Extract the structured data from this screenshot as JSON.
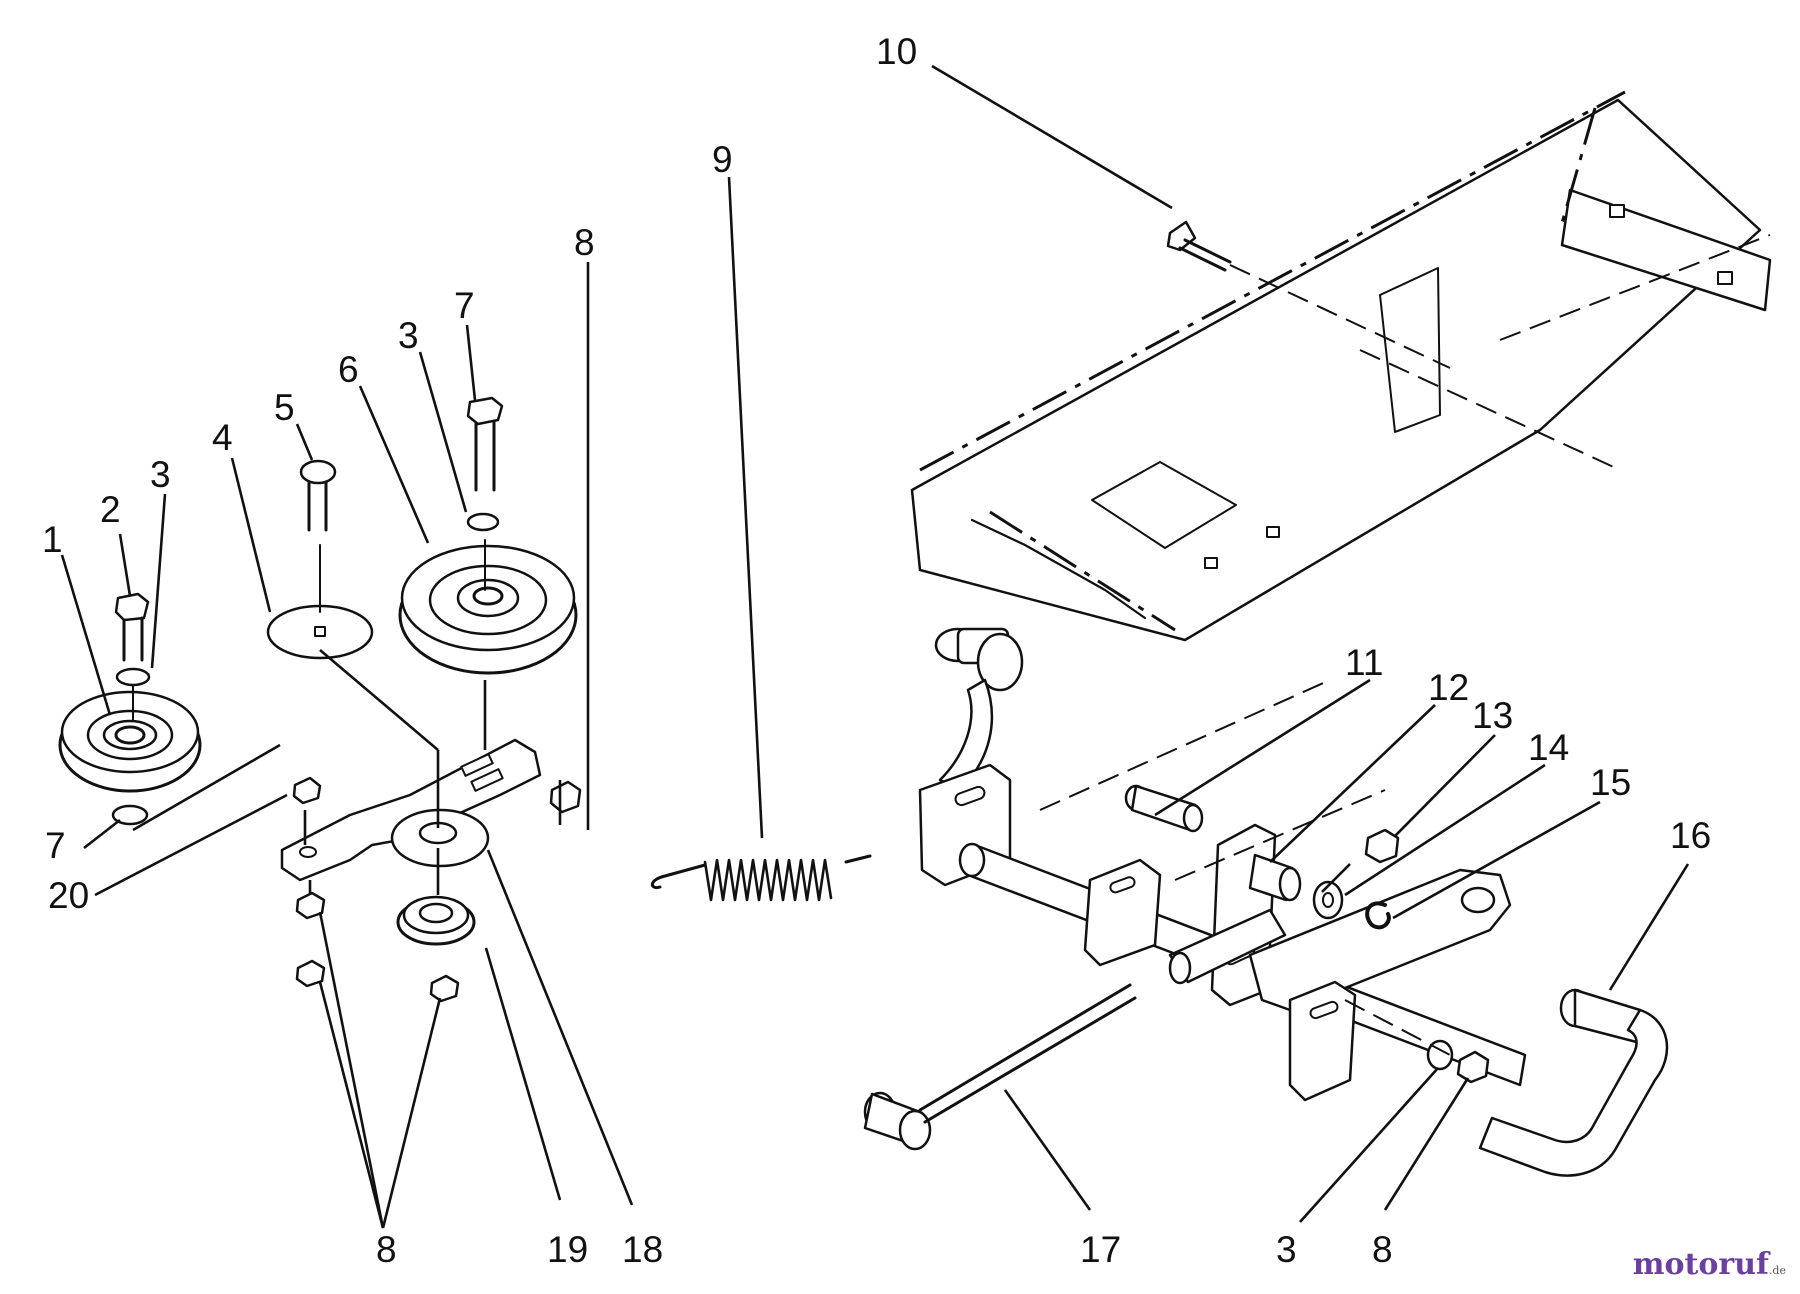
{
  "watermark": {
    "brand": "motoruf",
    "suffix": ".de"
  },
  "callouts": [
    {
      "id": "c1",
      "text": "1"
    },
    {
      "id": "c2",
      "text": "2"
    },
    {
      "id": "c3a",
      "text": "3"
    },
    {
      "id": "c4",
      "text": "4"
    },
    {
      "id": "c5",
      "text": "5"
    },
    {
      "id": "c6",
      "text": "6"
    },
    {
      "id": "c3b",
      "text": "3"
    },
    {
      "id": "c7a",
      "text": "7"
    },
    {
      "id": "c8a",
      "text": "8"
    },
    {
      "id": "c9",
      "text": "9"
    },
    {
      "id": "c10",
      "text": "10"
    },
    {
      "id": "c7b",
      "text": "7"
    },
    {
      "id": "c20",
      "text": "20"
    },
    {
      "id": "c11",
      "text": "11"
    },
    {
      "id": "c12",
      "text": "12"
    },
    {
      "id": "c13",
      "text": "13"
    },
    {
      "id": "c14",
      "text": "14"
    },
    {
      "id": "c15",
      "text": "15"
    },
    {
      "id": "c16",
      "text": "16"
    },
    {
      "id": "c8b",
      "text": "8"
    },
    {
      "id": "c19",
      "text": "19"
    },
    {
      "id": "c18",
      "text": "18"
    },
    {
      "id": "c17",
      "text": "17"
    },
    {
      "id": "c3c",
      "text": "3"
    },
    {
      "id": "c8c",
      "text": "8"
    }
  ]
}
